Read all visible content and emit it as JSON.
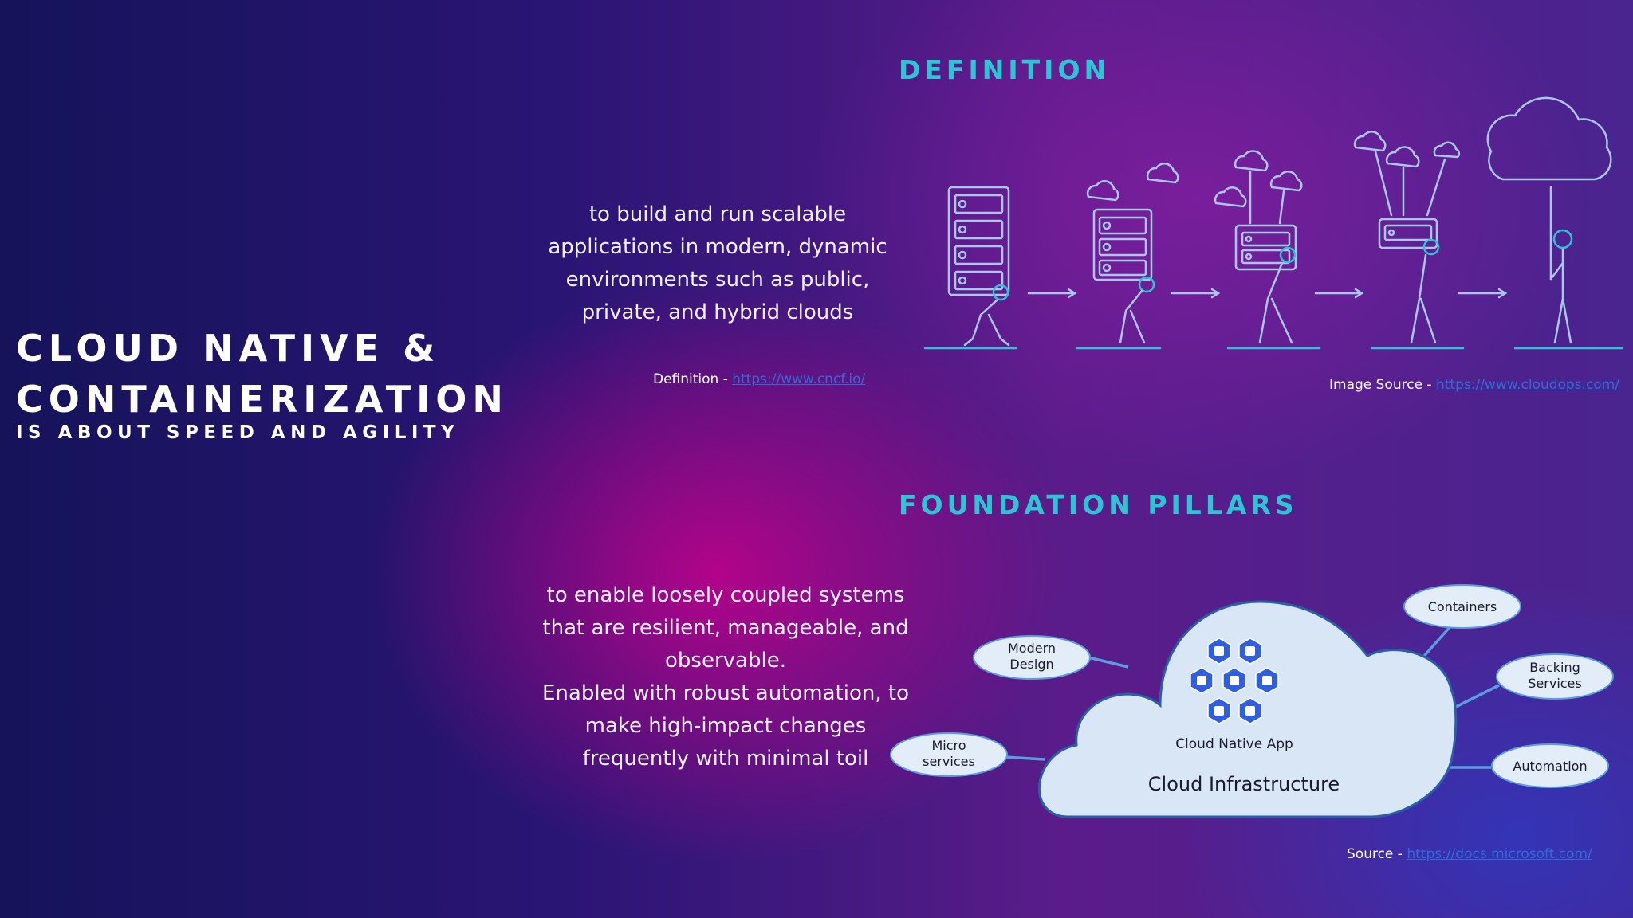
{
  "title": {
    "line1": "Cloud Native &",
    "line2": "Containerization",
    "subtitle": "is about Speed and Agility"
  },
  "definition": {
    "heading": "Definition",
    "text": "to build and run scalable applications in modern, dynamic environments such as public, private, and hybrid clouds",
    "source_label": "Definition - ",
    "source_link": "https://www.cncf.io/",
    "image_source_label": "Image Source - ",
    "image_source_link": "https://www.cloudops.com/"
  },
  "pillars": {
    "heading": "Foundation Pillars",
    "text_line1": "to enable loosely coupled systems that are resilient, manageable, and observable.",
    "text_line2": "Enabled with robust automation, to make high-impact changes frequently with minimal toil",
    "source_label": "Source - ",
    "source_link": "https://docs.microsoft.com/"
  },
  "diagram": {
    "center_app": "Cloud Native App",
    "center_infra": "Cloud Infrastructure",
    "nodes": {
      "modern_design": [
        "Modern",
        "Design"
      ],
      "micro_services": [
        "Micro",
        "services"
      ],
      "containers": [
        "Containers"
      ],
      "backing_services": [
        "Backing",
        "Services"
      ],
      "automation": [
        "Automation"
      ]
    }
  },
  "colors": {
    "accent": "#2ec4d6",
    "link": "#2f6bd8",
    "cloud_fill": "#d9e6f6",
    "hex_blue": "#2f5fe0"
  }
}
